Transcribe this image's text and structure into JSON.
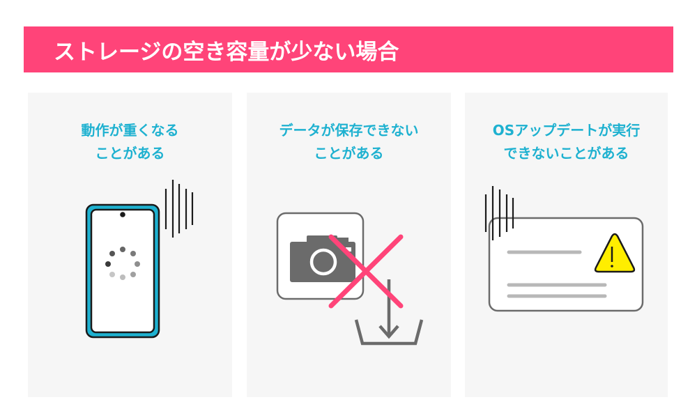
{
  "banner": {
    "title": "ストレージの空き容量が少ない場合",
    "color": "#ff4479"
  },
  "panels": [
    {
      "caption_line1": "動作が重くなる",
      "caption_line2": "ことがある",
      "illustration": "smartphone-loading-shaking-icon"
    },
    {
      "caption_line1": "データが保存できない",
      "caption_line2": "ことがある",
      "illustration": "camera-save-failed-icon"
    },
    {
      "caption_line1": "OSアップデートが実行",
      "caption_line2": "できないことがある",
      "illustration": "update-warning-dialog-icon"
    }
  ],
  "colors": {
    "caption": "#1eb1d0",
    "panel_bg": "#f6f6f6",
    "phone_frame": "#1eb1d0",
    "cross": "#ff4479",
    "warning": "#ffee00",
    "icon_gray": "#6b6b6b"
  }
}
